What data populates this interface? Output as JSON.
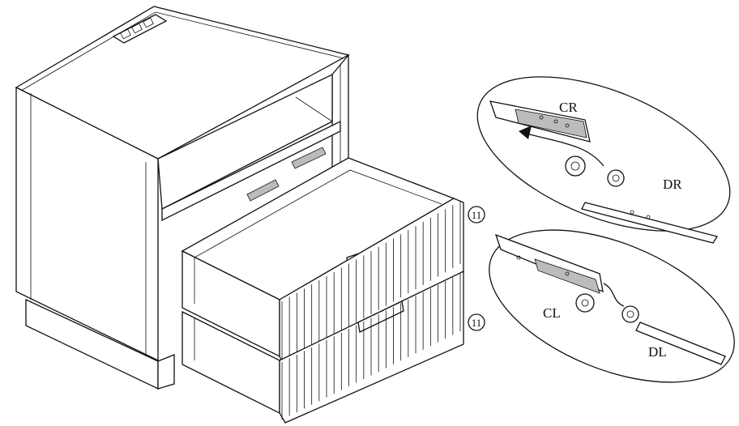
{
  "diagram": {
    "steps": [
      {
        "number": "11"
      },
      {
        "number": "11"
      }
    ],
    "details": {
      "right": {
        "cabinet_slide": "CR",
        "drawer_slide": "DR"
      },
      "left": {
        "cabinet_slide": "CL",
        "drawer_slide": "DL"
      }
    },
    "colors": {
      "line": "#111111",
      "background": "#ffffff",
      "shade": "#bcbcbc"
    }
  }
}
